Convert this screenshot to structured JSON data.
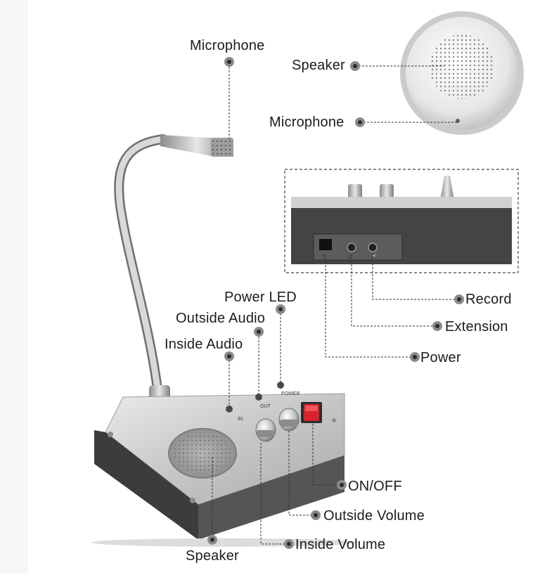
{
  "labels": {
    "microphone_top": "Microphone",
    "speaker_top": "Speaker",
    "microphone_right": "Microphone",
    "power_led": "Power LED",
    "outside_audio": "Outside Audio",
    "inside_audio": "Inside Audio",
    "record": "Record",
    "extension": "Extension",
    "power": "Power",
    "on_off": "ON/OFF",
    "outside_volume": "Outside Volume",
    "inside_volume": "Inside Volume",
    "speaker_bottom": "Speaker"
  },
  "panel_marks": {
    "in": "IN",
    "out": "OUT",
    "power": "POWER"
  },
  "colors": {
    "background": "#ffffff",
    "metal": "#c9cbcd",
    "dark_body": "#3c3c3e",
    "switch_red": "#d9232a",
    "leader": "#333333"
  }
}
